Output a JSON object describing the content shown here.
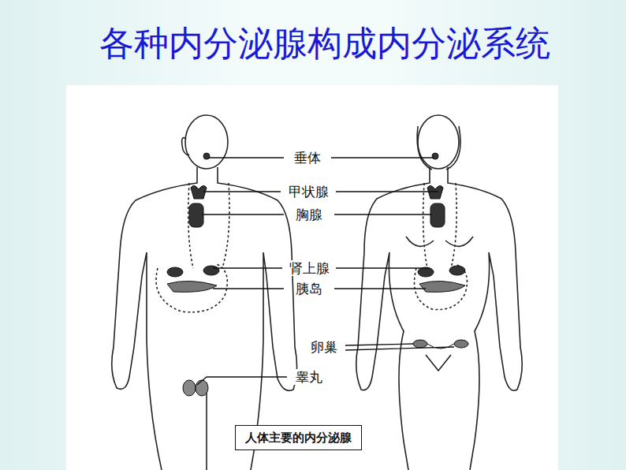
{
  "diagram": {
    "title": "各种内分泌腺构成内分泌系统",
    "caption": "人体主要的内分泌腺",
    "labels": [
      "垂体",
      "甲状腺",
      "胸腺",
      "肾上腺",
      "胰岛",
      "卵巢",
      "睾丸"
    ]
  }
}
